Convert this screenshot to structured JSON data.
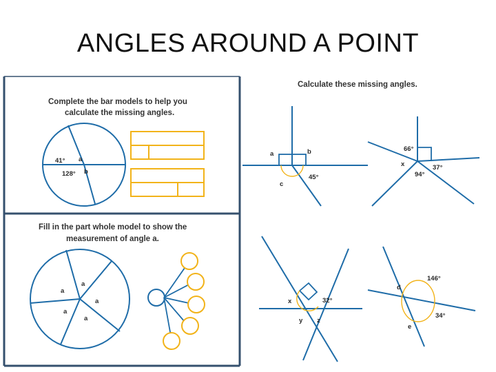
{
  "slide": {
    "title": "ANGLES AROUND A POINT"
  },
  "worksheet": {
    "bar_model": {
      "instruction_line1": "Complete the bar models to help you",
      "instruction_line2": "calculate the missing angles.",
      "circle_labels": {
        "angle_41": "41°",
        "angle_a": "a",
        "angle_128": "128°",
        "angle_b": "b"
      }
    },
    "missing_angles": {
      "heading": "Calculate these missing angles.",
      "diagram1": {
        "a": "a",
        "b": "b",
        "c": "c",
        "angle_45": "45°"
      },
      "diagram2": {
        "angle_66": "66°",
        "x": "x",
        "angle_37": "37°",
        "angle_94": "94°"
      }
    },
    "part_whole": {
      "instruction_line1": "Fill in the part whole model to show the",
      "instruction_line2": "measurement of angle a.",
      "circle_labels": [
        "a",
        "a",
        "a",
        "a",
        "a"
      ]
    },
    "bottom_diagrams": {
      "diagram3": {
        "x": "x",
        "angle_32": "32°",
        "y": "y",
        "z": "z"
      },
      "diagram4": {
        "angle_146": "146°",
        "d": "d",
        "angle_34": "34°",
        "e": "e"
      }
    }
  }
}
